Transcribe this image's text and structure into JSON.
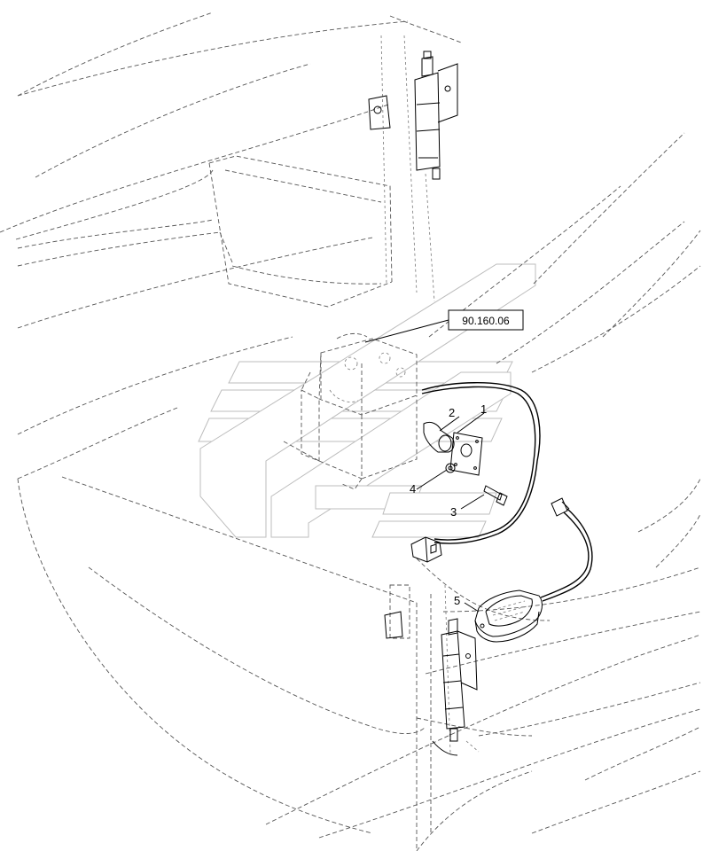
{
  "diagram": {
    "reference_label": "90.160.06",
    "callouts": [
      {
        "id": "callout-1",
        "number": "1"
      },
      {
        "id": "callout-2",
        "number": "2"
      },
      {
        "id": "callout-3",
        "number": "3"
      },
      {
        "id": "callout-4",
        "number": "4"
      },
      {
        "id": "callout-5",
        "number": "5"
      }
    ]
  }
}
